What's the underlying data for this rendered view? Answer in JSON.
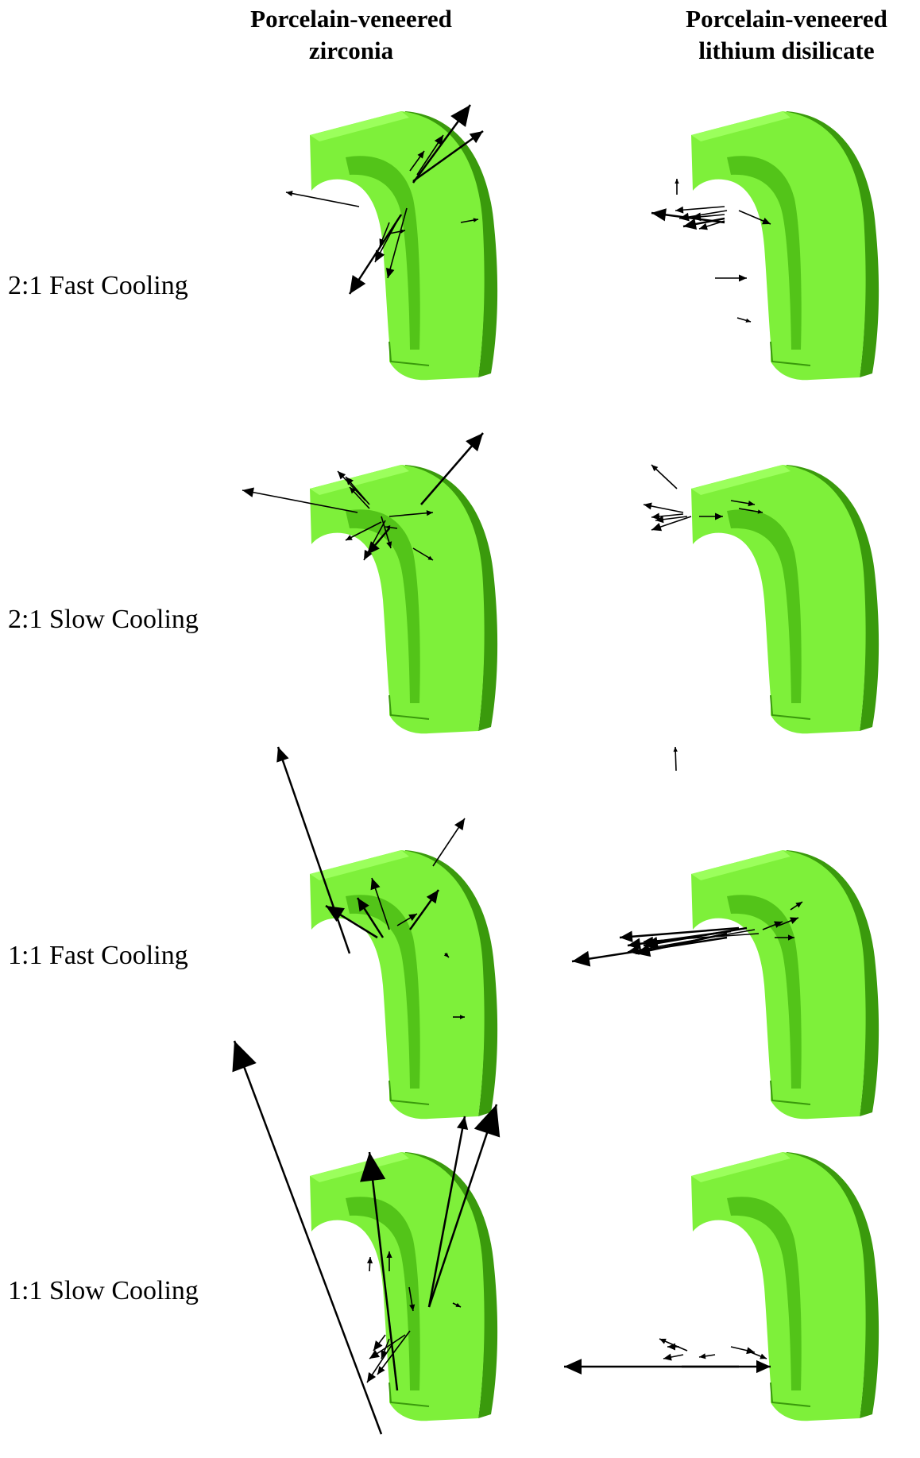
{
  "column_headers": [
    "Porcelain-veneered\nzirconia",
    "Porcelain-veneered\nlithium disilicate"
  ],
  "row_labels": [
    "2:1 Fast Cooling",
    "2:1 Slow Cooling",
    "1:1 Fast Cooling",
    "1:1 Slow Cooling"
  ],
  "colors": {
    "model_fill": "#7ef03a",
    "model_shade": "#4fbf16",
    "model_dark": "#3a9a0c",
    "arrow": "#000000"
  }
}
